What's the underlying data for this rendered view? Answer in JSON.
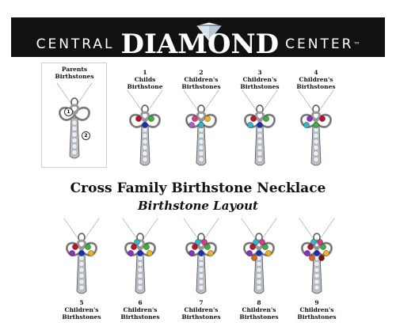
{
  "banner": {
    "left_word": "CENTRAL",
    "center_word": "DIAMOND",
    "right_word": "CENTER",
    "trademark": "™",
    "logo_icon": "diamond-icon"
  },
  "title": {
    "main": "Cross Family Birthstone Necklace",
    "sub": "Birthstone Layout"
  },
  "parents": {
    "label_line1": "Parents",
    "label_line2": "Birthstones",
    "marker_1": "1",
    "marker_2": "2"
  },
  "top_row": [
    {
      "number": "1",
      "line1": "Childs",
      "line2": "Birthstone",
      "gems": [
        "#c0102a",
        "#3cb03c",
        "#1a2fb8"
      ]
    },
    {
      "number": "2",
      "line1": "Children's",
      "line2": "Birthstones",
      "gems": [
        "#d93a8e",
        "#f0b020",
        "#2fb8c8",
        "#b05ad0"
      ]
    },
    {
      "number": "3",
      "line1": "Children's",
      "line2": "Birthstones",
      "gems": [
        "#c0102a",
        "#3cb03c",
        "#1a2fb8",
        "#2fb8c8"
      ]
    },
    {
      "number": "4",
      "line1": "Children's",
      "line2": "Birthstones",
      "gems": [
        "#8a2fc0",
        "#c0102a",
        "#3cb03c",
        "#2fb8c8"
      ]
    }
  ],
  "bottom_row": [
    {
      "number": "5",
      "line1": "Children's",
      "line2": "Birthstones",
      "gems": [
        "#c0102a",
        "#3cb03c",
        "#1a2fb8",
        "#8a2fc0",
        "#f0b020"
      ]
    },
    {
      "number": "6",
      "line1": "Children's",
      "line2": "Birthstones",
      "gems": [
        "#c0102a",
        "#3cb03c",
        "#1a2fb8",
        "#8a2fc0",
        "#f0b020",
        "#2fb8c8"
      ]
    },
    {
      "number": "7",
      "line1": "Children's",
      "line2": "Birthstones",
      "gems": [
        "#c0102a",
        "#3cb03c",
        "#1a2fb8",
        "#8a2fc0",
        "#f0b020",
        "#2fb8c8",
        "#d93a8e"
      ]
    },
    {
      "number": "8",
      "line1": "Children's",
      "line2": "Birthstones",
      "gems": [
        "#c0102a",
        "#3cb03c",
        "#1a2fb8",
        "#8a2fc0",
        "#f0b020",
        "#2fb8c8",
        "#d93a8e",
        "#e06020"
      ]
    },
    {
      "number": "9",
      "line1": "Children's",
      "line2": "Birthstones",
      "gems": [
        "#c0102a",
        "#3cb03c",
        "#1a2fb8",
        "#8a2fc0",
        "#f0b020",
        "#2fb8c8",
        "#d93a8e",
        "#e06020",
        "#7a1010"
      ]
    }
  ],
  "colors": {
    "banner_bg": "#111111",
    "metal": "#9a9a9a",
    "metal_dark": "#555555",
    "diamond": "#e8eef4"
  }
}
